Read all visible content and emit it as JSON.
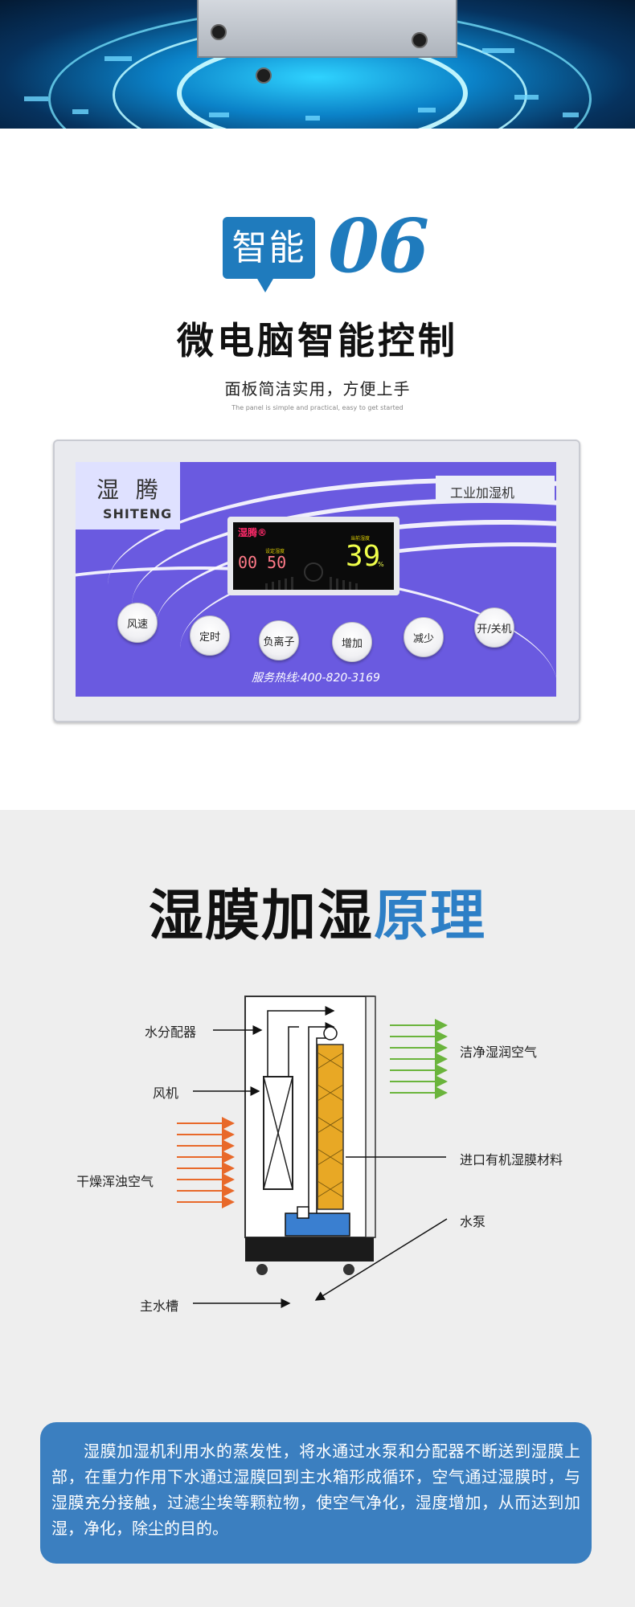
{
  "section06": {
    "badge": "智能",
    "number": "06",
    "title": "微电脑智能控制",
    "subtitle": "面板简洁实用，方便上手",
    "subtitle_en": "The panel is simple and practical, easy to get started"
  },
  "panel": {
    "brand_cn": "湿 腾",
    "brand_en": "SHITENG",
    "model": "工业加湿机",
    "lcd_brand": "湿腾®",
    "lcd_set_label": "设定湿度",
    "lcd_cur_label": "当前湿度",
    "lcd_set_value": "00 50",
    "lcd_cur_value": "39",
    "lcd_pct": "%",
    "buttons": [
      "风速",
      "定时",
      "负离子",
      "增加",
      "减少",
      "开/关机"
    ],
    "hotline": "服务热线:400-820-3169"
  },
  "principle": {
    "title_a": "湿膜加湿",
    "title_b": "原理",
    "labels": {
      "distributor": "水分配器",
      "fan": "风机",
      "dry_air": "干燥浑浊空气",
      "main_tank": "主水槽",
      "clean_air": "洁净湿润空气",
      "membrane": "进口有机湿膜材料",
      "pump": "水泵"
    },
    "description": "湿膜加湿机利用水的蒸发性，将水通过水泵和分配器不断送到湿膜上部，在重力作用下水通过湿膜回到主水箱形成循环，空气通过湿膜时，与湿膜充分接触，过滤尘埃等颗粒物，使空气净化，湿度增加，从而达到加湿，净化，除尘的目的。"
  },
  "colors": {
    "accent": "#1f7bbd",
    "panel_purple": "#6a5ae0",
    "desc_box": "#3b7fc0",
    "membrane": "#e8a825",
    "arrow_orange": "#e8692a",
    "arrow_green": "#6ab43c"
  }
}
